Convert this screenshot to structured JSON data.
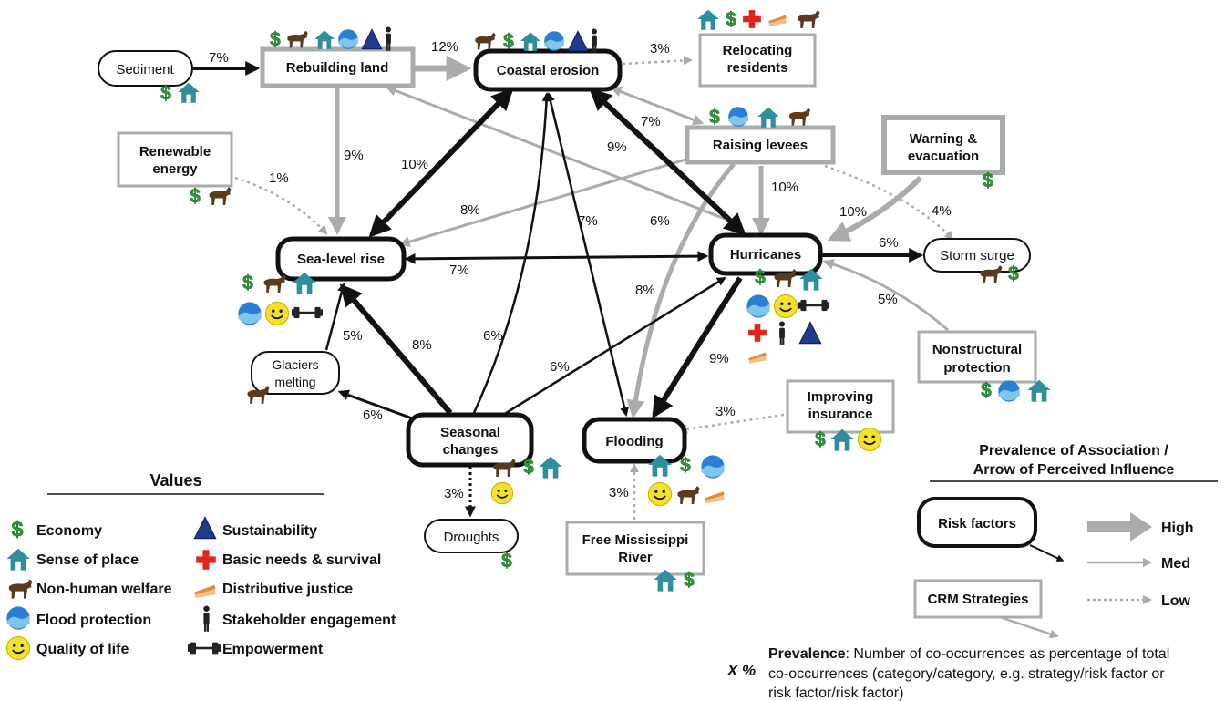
{
  "nodes": {
    "sediment": "Sediment",
    "rebuilding_land": "Rebuilding land",
    "coastal_erosion": "Coastal erosion",
    "relocating_residents": [
      "Relocating",
      "residents"
    ],
    "renewable_energy": [
      "Renewable",
      "energy"
    ],
    "raising_levees": "Raising levees",
    "warning_evacuation": [
      "Warning &",
      "evacuation"
    ],
    "sea_level_rise": "Sea-level rise",
    "hurricanes": "Hurricanes",
    "storm_surge": "Storm surge",
    "glaciers_melting": [
      "Glaciers",
      "melting"
    ],
    "nonstructural_protection": [
      "Nonstructural",
      "protection"
    ],
    "seasonal_changes": [
      "Seasonal",
      "changes"
    ],
    "flooding": "Flooding",
    "improving_insurance": [
      "Improving",
      "insurance"
    ],
    "droughts": "Droughts",
    "free_mississippi": [
      "Free Mississippi",
      "River"
    ]
  },
  "percentages": {
    "sediment_rebuilding": "7%",
    "rebuilding_coastal": "12%",
    "coastal_relocating": "3%",
    "levees_coastal": "7%",
    "rebuilding_sealevel": "9%",
    "renewable_sealevel": "1%",
    "coastal_sealevel": "10%",
    "coastal_hurricanes": "9%",
    "coastal_flooding": "7%",
    "levees_sealevel": "8%",
    "hurricanes_rebuilding": "6%",
    "levees_hurricanes": "10%",
    "warning_hurricanes": "10%",
    "levees_stormsurge": "4%",
    "sealevel_hurricanes": "7%",
    "hurricanes_stormsurge": "6%",
    "levees_flooding": "8%",
    "nonstructural_hurricanes": "5%",
    "glaciers_sealevel": "5%",
    "seasonal_sealevel": "8%",
    "seasonal_coastal": "6%",
    "seasonal_hurricanes": "6%",
    "hurricanes_flooding": "9%",
    "seasonal_glaciers": "6%",
    "insurance_flooding": "3%",
    "seasonal_droughts": "3%",
    "mississippi_flooding": "3%"
  },
  "values_legend": {
    "title": "Values",
    "items": [
      {
        "icon": "dollar-icon",
        "label": "Economy"
      },
      {
        "icon": "house-icon",
        "label": "Sense of place"
      },
      {
        "icon": "animal-icon",
        "label": "Non-human welfare"
      },
      {
        "icon": "wave-icon",
        "label": "Flood protection"
      },
      {
        "icon": "smiley-icon",
        "label": "Quality of life"
      },
      {
        "icon": "triangle-icon",
        "label": "Sustainability"
      },
      {
        "icon": "cross-icon",
        "label": "Basic needs & survival"
      },
      {
        "icon": "pie-icon",
        "label": "Distributive justice"
      },
      {
        "icon": "person-icon",
        "label": "Stakeholder engagement"
      },
      {
        "icon": "dumbbell-icon",
        "label": "Empowerment"
      }
    ]
  },
  "prevalence_legend": {
    "title": [
      "Prevalence of Association /",
      "Arrow of Perceived Influence"
    ],
    "risk_factors": "Risk factors",
    "crm_strategies": "CRM Strategies",
    "high": "High",
    "med": "Med",
    "low": "Low"
  },
  "note": {
    "xpct": "X %",
    "bold": "Prevalence",
    "lines": [
      ": Number of co-occurrences as percentage of total",
      "co-occurrences (category/category, e.g. strategy/risk factor or",
      "risk factor/risk factor)"
    ]
  },
  "colors": {
    "black": "#111111",
    "gray": "#a9acac",
    "dollar": "#2e9b3a",
    "house": "#2f8e9c",
    "animal": "#5a3a1e",
    "wave_blue": "#2a7fd4",
    "smiley": "#f3e12a",
    "triangle": "#1f3b8f",
    "cross": "#e0261c",
    "pie": "#e08a3a"
  }
}
